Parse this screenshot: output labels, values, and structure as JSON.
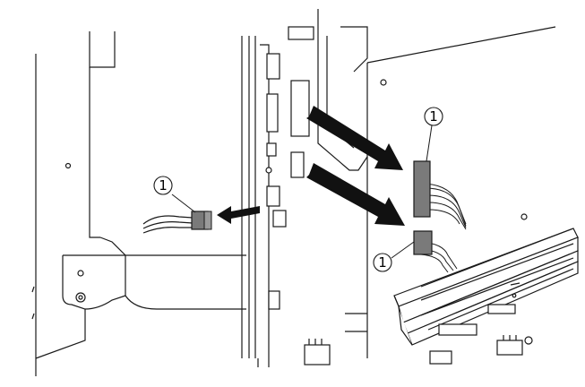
{
  "callouts": [
    {
      "label": "1"
    },
    {
      "label": "1"
    },
    {
      "label": "1"
    }
  ],
  "colors": {
    "line": "#1a1a1a",
    "connector_fill": "#7a7a7a",
    "arrow_fill": "#111111",
    "background": "#ffffff"
  }
}
